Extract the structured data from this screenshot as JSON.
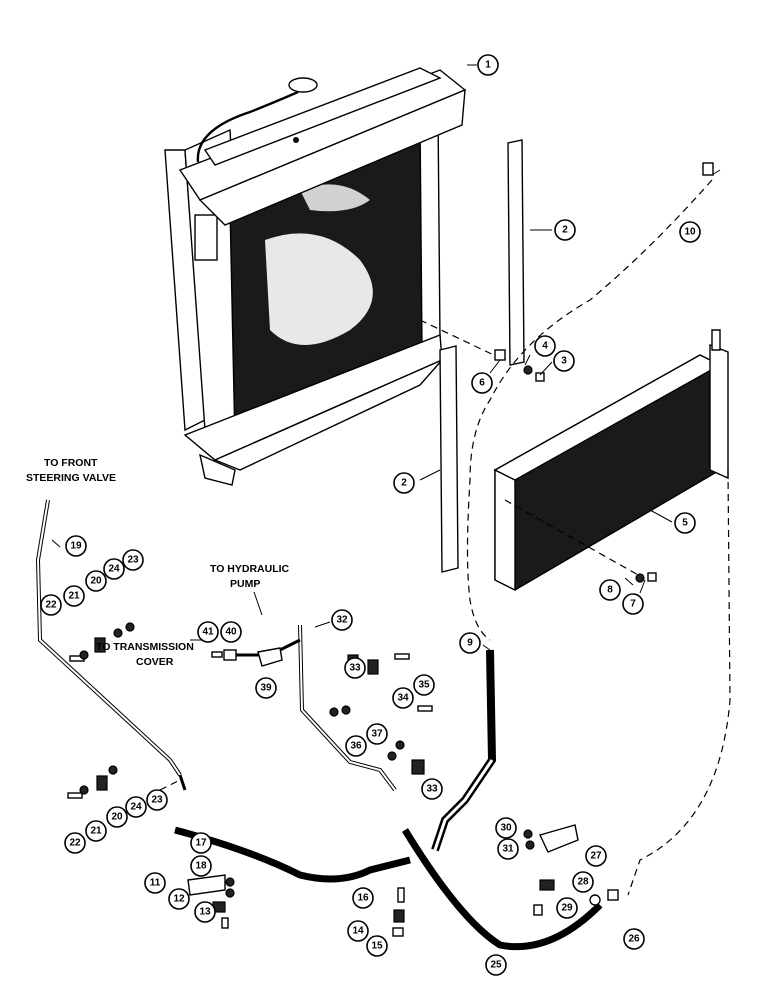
{
  "notes": {
    "front_steering": [
      "TO FRONT",
      "STEERING VALVE"
    ],
    "hydraulic_pump": [
      "TO HYDRAULIC",
      "PUMP"
    ],
    "transmission": [
      "TO TRANSMISSION",
      "COVER"
    ]
  },
  "callouts": [
    {
      "id": "c1",
      "label": "1"
    },
    {
      "id": "c2a",
      "label": "2"
    },
    {
      "id": "c2b",
      "label": "2"
    },
    {
      "id": "c3",
      "label": "3"
    },
    {
      "id": "c4",
      "label": "4"
    },
    {
      "id": "c5",
      "label": "5"
    },
    {
      "id": "c6",
      "label": "6"
    },
    {
      "id": "c7",
      "label": "7"
    },
    {
      "id": "c8",
      "label": "8"
    },
    {
      "id": "c9",
      "label": "9"
    },
    {
      "id": "c10",
      "label": "10"
    },
    {
      "id": "c11",
      "label": "11"
    },
    {
      "id": "c12",
      "label": "12"
    },
    {
      "id": "c13",
      "label": "13"
    },
    {
      "id": "c14",
      "label": "14"
    },
    {
      "id": "c15",
      "label": "15"
    },
    {
      "id": "c16",
      "label": "16"
    },
    {
      "id": "c17",
      "label": "17"
    },
    {
      "id": "c18",
      "label": "18"
    },
    {
      "id": "c19",
      "label": "19"
    },
    {
      "id": "c20a",
      "label": "20"
    },
    {
      "id": "c20b",
      "label": "20"
    },
    {
      "id": "c21a",
      "label": "21"
    },
    {
      "id": "c21b",
      "label": "21"
    },
    {
      "id": "c22a",
      "label": "22"
    },
    {
      "id": "c22b",
      "label": "22"
    },
    {
      "id": "c23a",
      "label": "23"
    },
    {
      "id": "c23b",
      "label": "23"
    },
    {
      "id": "c24a",
      "label": "24"
    },
    {
      "id": "c24b",
      "label": "24"
    },
    {
      "id": "c25",
      "label": "25"
    },
    {
      "id": "c26",
      "label": "26"
    },
    {
      "id": "c27",
      "label": "27"
    },
    {
      "id": "c28",
      "label": "28"
    },
    {
      "id": "c29",
      "label": "29"
    },
    {
      "id": "c30",
      "label": "30"
    },
    {
      "id": "c31",
      "label": "31"
    },
    {
      "id": "c32",
      "label": "32"
    },
    {
      "id": "c33a",
      "label": "33"
    },
    {
      "id": "c33b",
      "label": "33"
    },
    {
      "id": "c34",
      "label": "34"
    },
    {
      "id": "c35",
      "label": "35"
    },
    {
      "id": "c36",
      "label": "36"
    },
    {
      "id": "c37",
      "label": "37"
    },
    {
      "id": "c39",
      "label": "39"
    },
    {
      "id": "c40",
      "label": "40"
    },
    {
      "id": "c41",
      "label": "41"
    }
  ]
}
